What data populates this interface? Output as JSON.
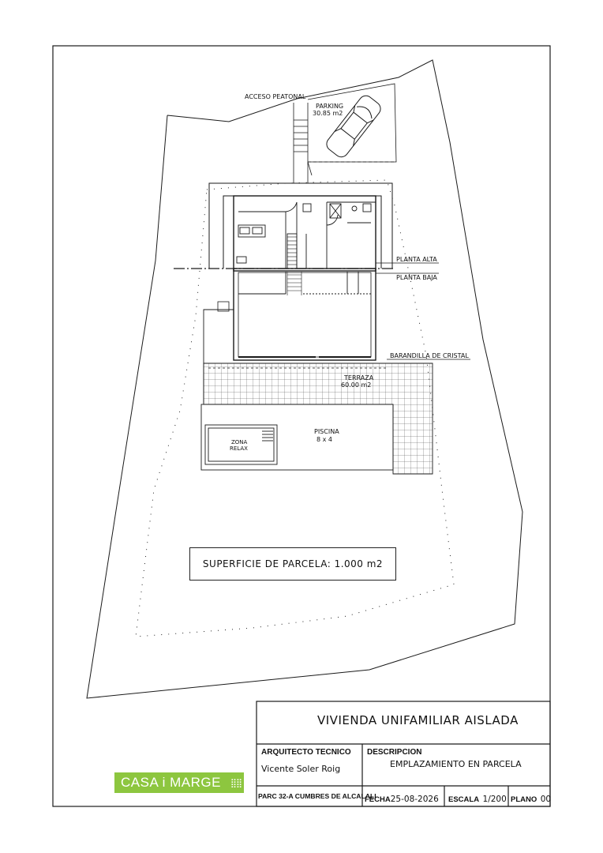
{
  "labels": {
    "acceso": "ACCESO PEATONAL",
    "parking_name": "PARKING",
    "parking_area": "30.85 m2",
    "planta_alta": "PLANTA ALTA",
    "planta_baja": "PLANTA BAJA",
    "barandilla": "BARANDILLA DE CRISTAL",
    "terraza_name": "TERRAZA",
    "terraza_area": "60.00 m2",
    "piscina_name": "PISCINA",
    "piscina_size": "8 x 4",
    "zona1": "ZONA",
    "zona2": "RELAX"
  },
  "superficie": "SUPERFICIE DE PARCELA: 1.000 m2",
  "title_block": {
    "title": "VIVIENDA UNIFAMILIAR AISLADA",
    "arquitecto_label": "ARQUITECTO TECNICO",
    "arquitecto_name": "Vicente Soler Roig",
    "descripcion_label": "DESCRIPCION",
    "descripcion_value": "EMPLAZAMIENTO EN PARCELA",
    "logo_text": "CASA i MARGE",
    "logo_dots": "⣿⣿",
    "parcela": "PARC 32-A CUMBRES DE ALCALALI",
    "fecha_label": "FECHA",
    "fecha_value": "25-08-2026",
    "escala_label": "ESCALA",
    "escala_value": "1/200",
    "plano_label": "PLANO",
    "plano_value": "00"
  },
  "colors": {
    "line": "#1a1a1a",
    "logo_bg": "#8dc63f"
  }
}
